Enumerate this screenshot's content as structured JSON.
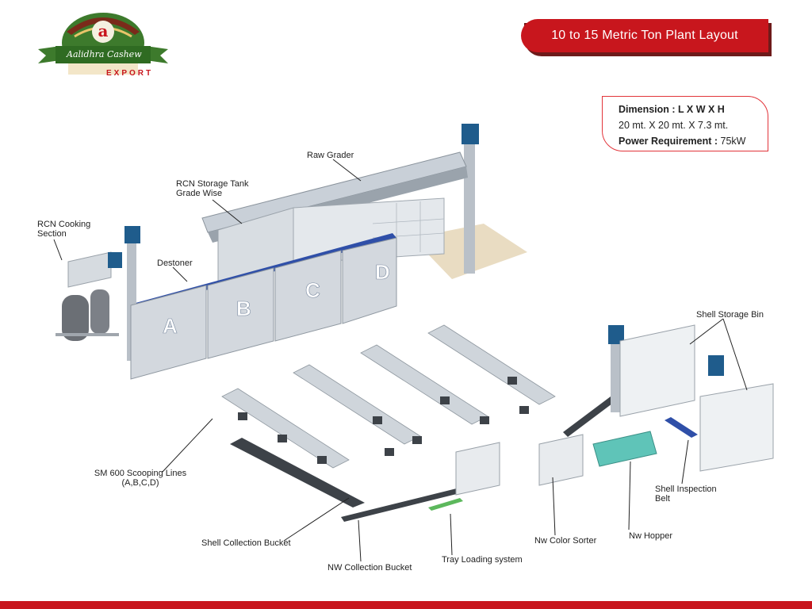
{
  "logo": {
    "monogram": "a",
    "brand": "Aalidhra Cashew",
    "sub": "EXPORT"
  },
  "title": "10 to 15 Metric Ton Plant Layout",
  "dimension": {
    "label": "Dimension : L X W X H",
    "value": "20 mt. X 20 mt. X 7.3 mt.",
    "power_label": "Power Requirement :",
    "power_value": "75kW"
  },
  "sections": [
    "A",
    "B",
    "C",
    "D"
  ],
  "callouts": {
    "raw_grader": "Raw Grader",
    "rcn_storage_1": "RCN Storage Tank",
    "rcn_storage_2": "Grade Wise",
    "rcn_cooking_1": "RCN Cooking",
    "rcn_cooking_2": "Section",
    "destoner": "Destoner",
    "shell_storage_bin": "Shell Storage Bin",
    "scooping_1": "SM 600 Scooping Lines",
    "scooping_2": "(A,B,C,D)",
    "shell_inspection_1": "Shell Inspection",
    "shell_inspection_2": "Belt",
    "shell_collection_bucket": "Shell Collection Bucket",
    "nw_collection_bucket": "NW Collection Bucket",
    "tray_loading": "Tray Loading system",
    "nw_color_sorter": "Nw Color Sorter",
    "nw_hopper": "Nw Hopper"
  },
  "colors": {
    "brand_red": "#c8161d",
    "logo_green": "#3d7a2c",
    "conveyor_blue": "#2f4fa8",
    "motor_blue": "#1f5c8c",
    "platform_tan": "#e9dcc2",
    "hopper_teal": "#5fc4b8",
    "tray_green": "#5cb85c"
  }
}
